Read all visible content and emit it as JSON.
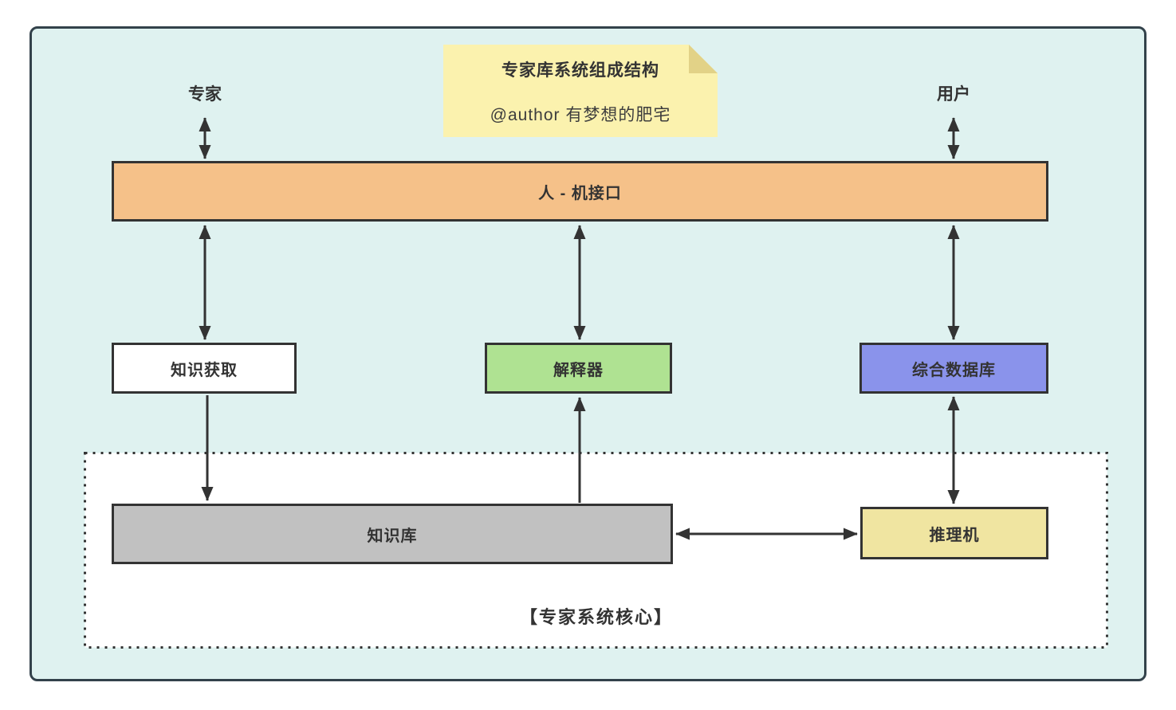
{
  "diagram": {
    "note": {
      "title": "专家库系统组成结构",
      "author": "@author 有梦想的肥宅"
    },
    "actors": {
      "expert": "专家",
      "user": "用户"
    },
    "nodes": {
      "interface": "人 - 机接口",
      "knowledge_acquisition": "知识获取",
      "interpreter": "解释器",
      "database": "综合数据库",
      "knowledge_base": "知识库",
      "inference_engine": "推理机"
    },
    "core_area": {
      "label": "【专家系统核心】"
    },
    "colors": {
      "canvas_bg": "#dff2f0",
      "canvas_border": "#33424b",
      "note_bg": "#fbf2ae",
      "note_fold": "#e2d287",
      "interface_fill": "#f5c189",
      "acquisition_fill": "#ffffff",
      "interpreter_fill": "#afe292",
      "database_fill": "#8a93eb",
      "knowledge_base_fill": "#c1c1c1",
      "inference_fill": "#f0e5a1",
      "core_area_bg": "#ffffff",
      "box_border": "#333333",
      "arrow": "#333333",
      "text": "#333333"
    }
  }
}
